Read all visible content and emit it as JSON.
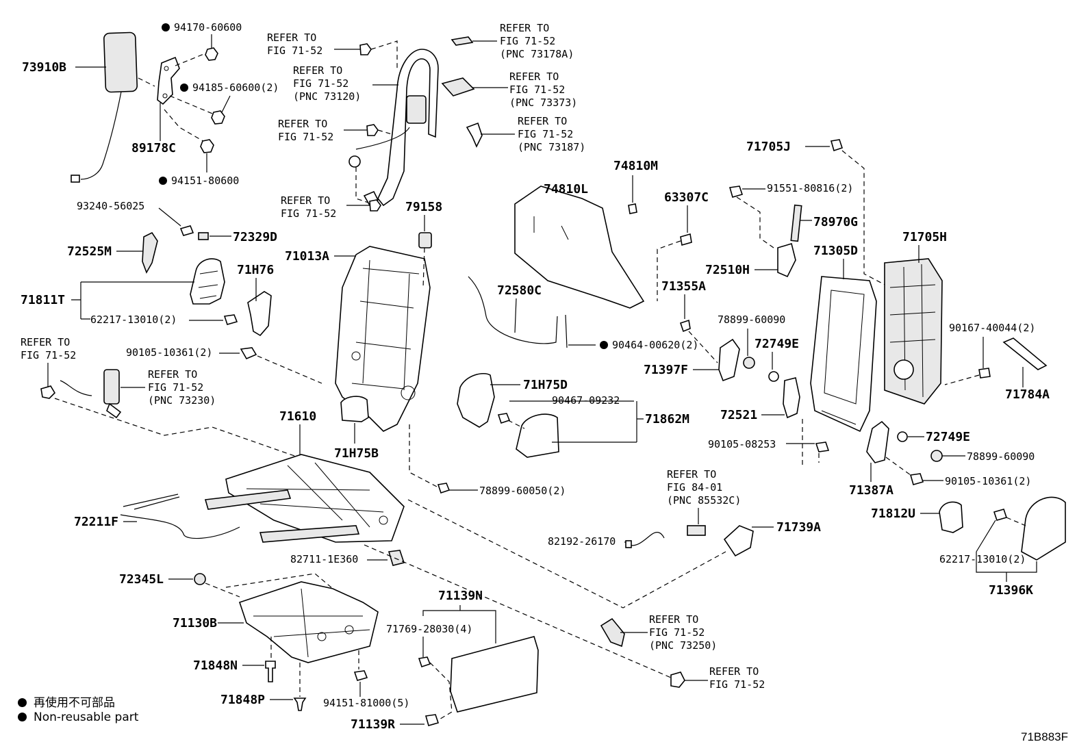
{
  "diagram": {
    "figure_id": "71B883F",
    "legend": {
      "jp": "再使用不可部品",
      "en": "Non-reusable part"
    },
    "labels": {
      "p73910B": "73910B",
      "p94170": "94170-60600",
      "p94185": "94185-60600(2)",
      "p89178C": "89178C",
      "p94151a": "94151-80600",
      "ref1a": "REFER TO",
      "ref1b": "FIG 71-52",
      "ref2a": "REFER TO",
      "ref2b": "FIG 71-52",
      "ref2c": "(PNC 73120)",
      "ref3a": "REFER TO",
      "ref3b": "FIG 71-52",
      "ref4a": "REFER TO",
      "ref4b": "FIG 71-52",
      "ref5a": "REFER TO",
      "ref5b": "FIG 71-52",
      "ref5c": "(PNC 73178A)",
      "ref6a": "REFER TO",
      "ref6b": "FIG 71-52",
      "ref6c": "(PNC 73373)",
      "ref7a": "REFER TO",
      "ref7b": "FIG 71-52",
      "ref7c": "(PNC 73187)",
      "p93240": "93240-56025",
      "p72329D": "72329D",
      "p72525M": "72525M",
      "p79158": "79158",
      "p71013A": "71013A",
      "p71811T": "71811T",
      "p71H76": "71H76",
      "p62217a": "62217-13010(2)",
      "ref8a": "REFER TO",
      "ref8b": "FIG 71-52",
      "p90105a": "90105-10361(2)",
      "ref9a": "REFER TO",
      "ref9b": "FIG 71-52",
      "ref9c": "(PNC 73230)",
      "p71610": "71610",
      "p71H75B": "71H75B",
      "p72211F": "72211F",
      "p82711": "82711-1E360",
      "p72345L": "72345L",
      "p71130B": "71130B",
      "p71848N": "71848N",
      "p71848P": "71848P",
      "p94151b": "94151-81000(5)",
      "p71139R": "71139R",
      "p71139N": "71139N",
      "p71769": "71769-28030(4)",
      "p78899a": "78899-60050(2)",
      "p74810M": "74810M",
      "p74810L": "74810L",
      "p72580C": "72580C",
      "p90464": "90464-00620(2)",
      "p71H75D": "71H75D",
      "p90467": "90467-09232",
      "p71862M": "71862M",
      "p63307C": "63307C",
      "p71355A": "71355A",
      "p78899b": "78899-60090",
      "p72749Ea": "72749E",
      "p71397F": "71397F",
      "p72521": "72521",
      "p90105b": "90105-08253",
      "ref10a": "REFER TO",
      "ref10b": "FIG 84-01",
      "ref10c": "(PNC 85532C)",
      "p82192": "82192-26170",
      "p71739A": "71739A",
      "ref11a": "REFER TO",
      "ref11b": "FIG 71-52",
      "ref11c": "(PNC 73250)",
      "ref12a": "REFER TO",
      "ref12b": "FIG 71-52",
      "p71705J": "71705J",
      "p91551": "91551-80816(2)",
      "p78970G": "78970G",
      "p72510H": "72510H",
      "p71305D": "71305D",
      "p71705H": "71705H",
      "p90167": "90167-40044(2)",
      "p71784A": "71784A",
      "p72749Eb": "72749E",
      "p78899c": "78899-60090",
      "p71387A": "71387A",
      "p90105c": "90105-10361(2)",
      "p71812U": "71812U",
      "p62217b": "62217-13010(2)",
      "p71396K": "71396K"
    }
  }
}
